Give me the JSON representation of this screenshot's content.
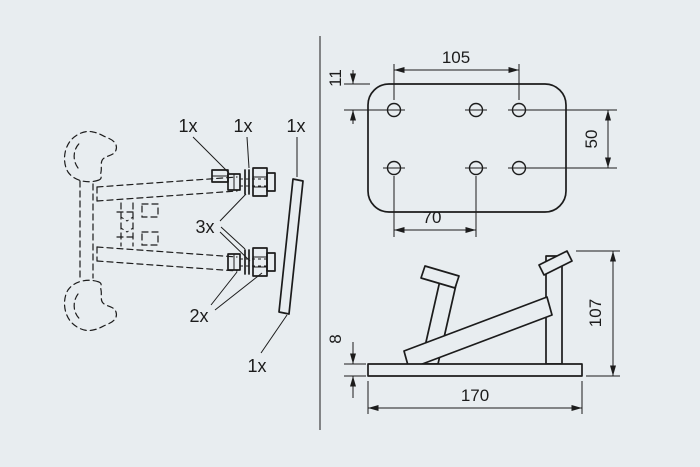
{
  "colors": {
    "background": "#e8edf0",
    "line": "#1c1c1c"
  },
  "exploded": {
    "qty_top_left": "1x",
    "qty_top_middle": "1x",
    "qty_top_right": "1x",
    "qty_middle": "3x",
    "qty_lower": "2x",
    "qty_bottom": "1x"
  },
  "plate": {
    "dim_outer": "105",
    "dim_offset": "11",
    "dim_height": "50",
    "dim_inner": "70"
  },
  "stand": {
    "dim_thickness": "8",
    "dim_height": "107",
    "dim_width": "170"
  }
}
